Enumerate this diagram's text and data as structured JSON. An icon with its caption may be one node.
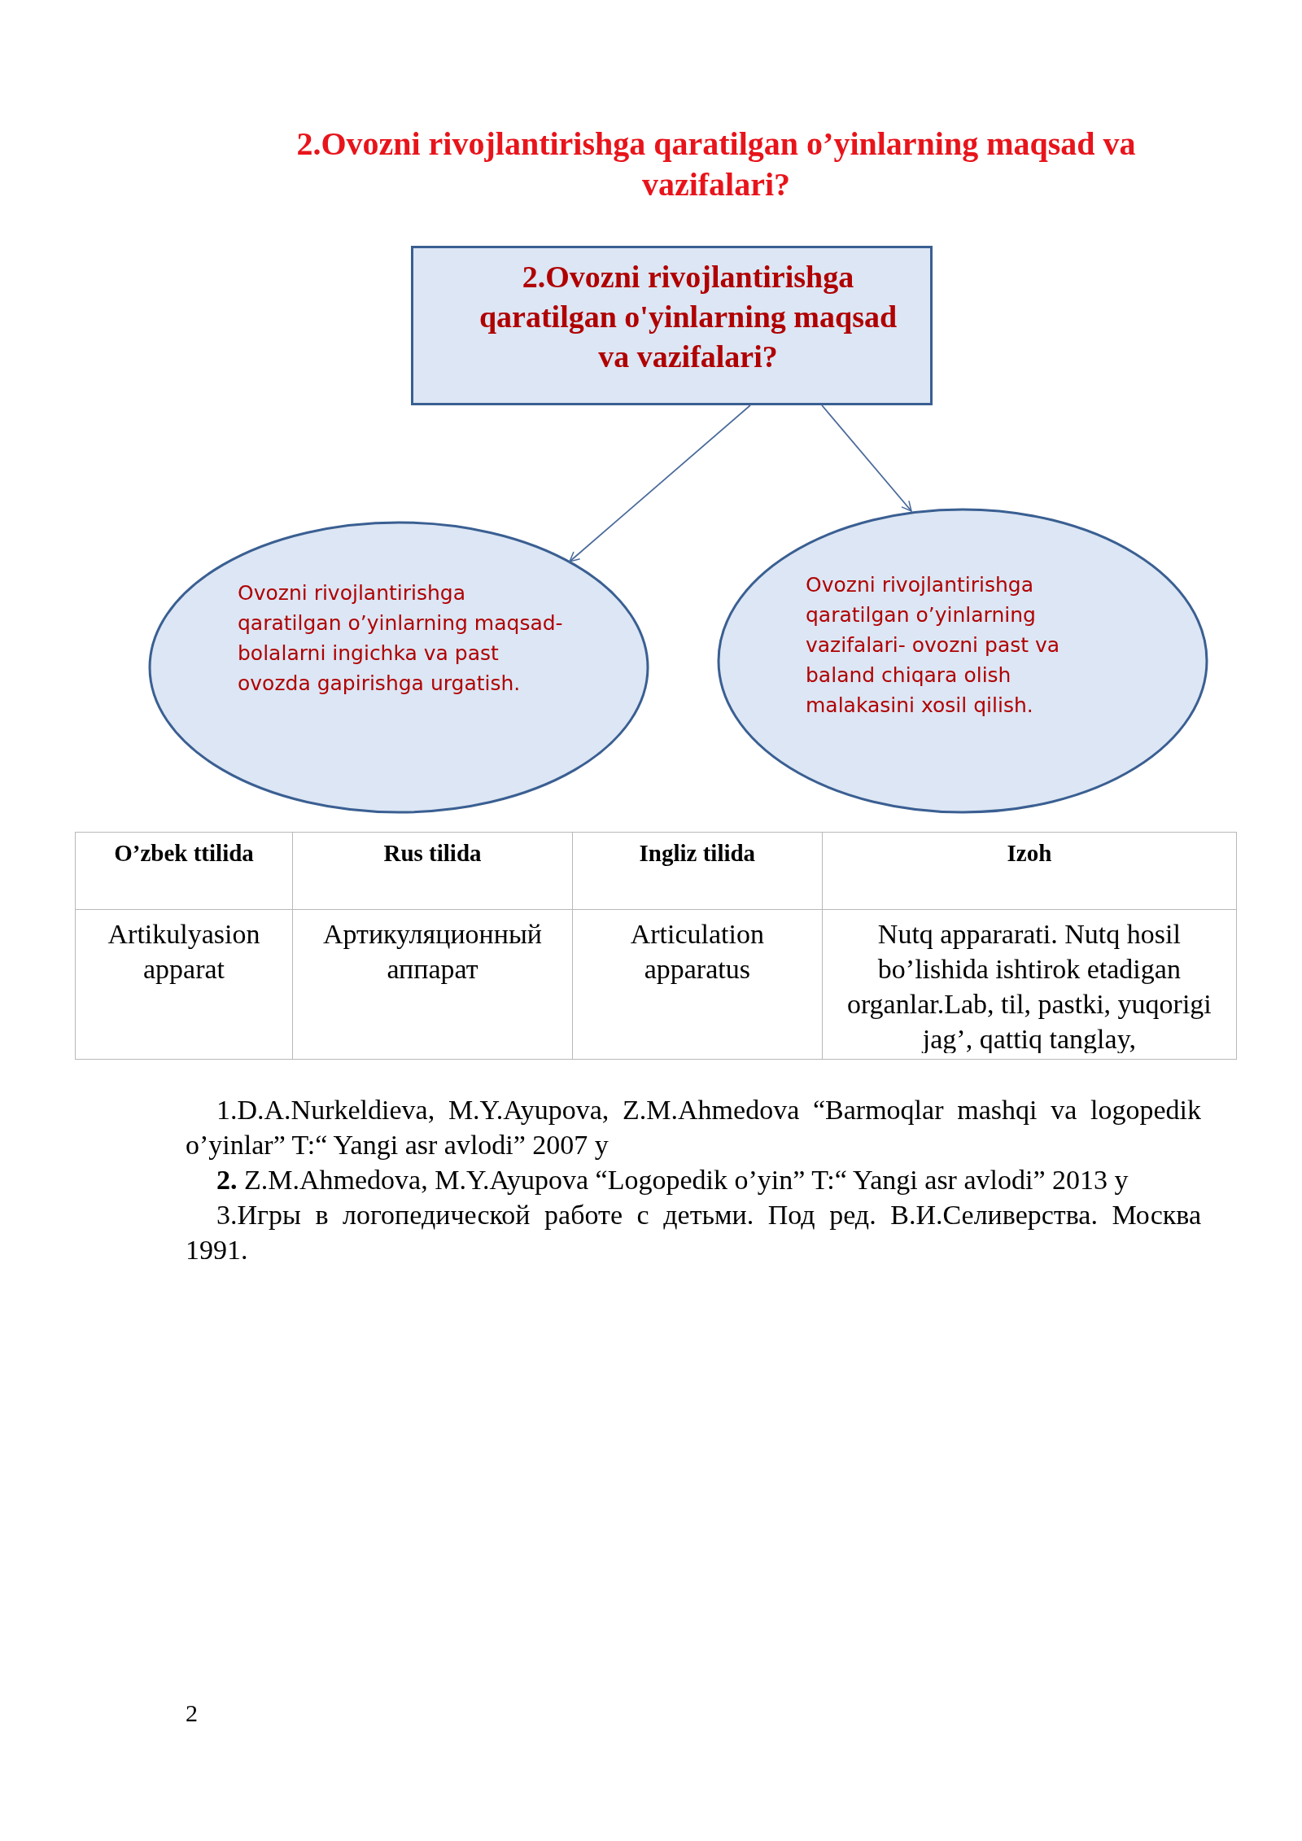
{
  "diagram": {
    "title": "2.Ovozni rivojlantirishga qaratilgan o’yinlarning maqsad va vazifalari?",
    "nodes": [
      {
        "text": [
          "2.Ovozni rivojlantirishga qaratilgan o'yinlarning maqsad va vazifalari?"
        ]
      },
      {
        "text": [
          "Ovozni rivojlantirishga qaratilgan o’yinlarning maqsad- bolalarni ingichka va past ovozda gapirishga urgatish."
        ]
      },
      {
        "text": [
          "Ovozni rivojlantirishga qaratilgan o’yinlarning vazifalari- ovozni past va baland chiqara olish malakasini xosil qilish."
        ]
      }
    ],
    "edges": [
      {
        "from": 0,
        "to": 1,
        "arrow": "to"
      },
      {
        "from": 0,
        "to": 2,
        "arrow": "to"
      }
    ],
    "labels": [
      "O’zbek ttilida",
      "Rus tilida",
      "Ingliz tilida",
      "Izoh",
      "Artikulyasion apparat",
      "Артикуляционный аппарат",
      "Articulation apparatus",
      "Nutq appararati. Nutq hosil bo’lishida ishtirok etadigan organlar.Lab, til, pastki, yuqorigi jag’, qattiq tanglay,",
      "1.D.A.Nurkeldieva, M.Y.Ayupova, Z.M.Ahmedova “Barmoqlar mashqi va logopedik o’yinlar”  T:“ Yangi asr avlodi”  2007  y",
      "**2.**  Z.M.Ahmedova, M.Y.Ayupova  “Logopedik o’yin” T:“ Yangi asr avlodi” 2013  y",
      "3.Игры в логопедической работе с детьми. Под ред. В.И.Селиверства. Москва 1991.",
      "2"
    ]
  }
}
